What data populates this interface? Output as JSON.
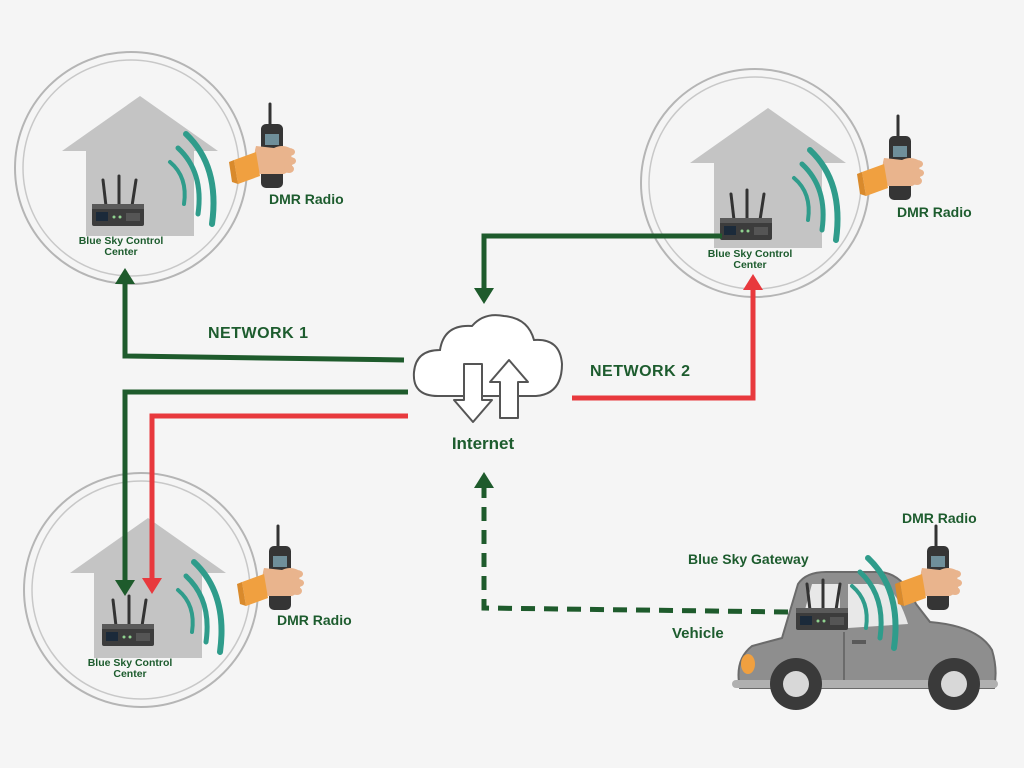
{
  "colors": {
    "background": "#f5f5f5",
    "network_green": "#1e5b2c",
    "network_red": "#e8393d",
    "label_green": "#1d5c2e",
    "house_gray": "#c4c4c4",
    "circle_gray": "#b5b5b5",
    "signal_teal": "#2f9c8b",
    "glove_orange": "#f0a040"
  },
  "internet": {
    "label": "Internet",
    "icon": "cloud-upload-download-icon"
  },
  "networks": {
    "network1_label": "NETWORK 1",
    "network2_label": "NETWORK 2"
  },
  "sites": [
    {
      "center_label_line1": "Blue Sky Control",
      "center_label_line2": "Center",
      "radio_label": "DMR Radio"
    },
    {
      "center_label_line1": "Blue Sky Control",
      "center_label_line2": "Center",
      "radio_label": "DMR Radio"
    },
    {
      "center_label_line1": "Blue Sky Control",
      "center_label_line2": "Center",
      "radio_label": "DMR Radio"
    }
  ],
  "vehicle": {
    "gateway_label": "Blue Sky Gateway",
    "vehicle_label": "Vehicle",
    "radio_label": "DMR Radio"
  }
}
